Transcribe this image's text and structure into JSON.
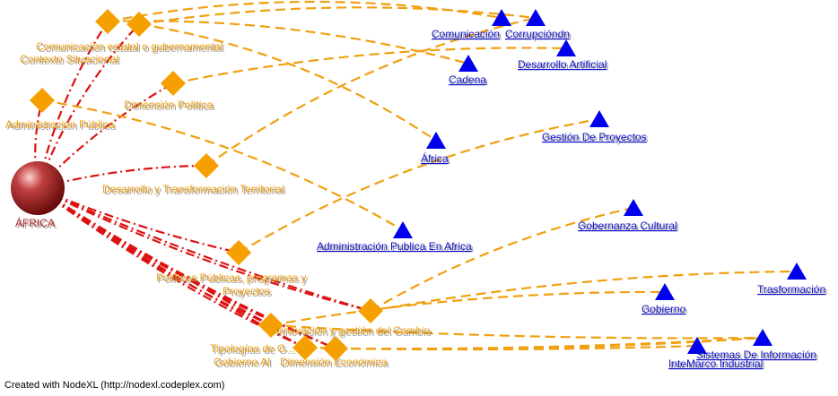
{
  "hub": {
    "label": "ÁFRICA",
    "color": "#b22222"
  },
  "categories": [
    {
      "id": "comunicacion-estatal",
      "label": "Comunicación estatal o gubernamental"
    },
    {
      "id": "contexto",
      "label": "Contexto Situacional"
    },
    {
      "id": "dimension-politica",
      "label": "Dimensión Política"
    },
    {
      "id": "administracion-publica",
      "label": "Administración Pública"
    },
    {
      "id": "desarrollo",
      "label": "Desarrollo y  Transformación Territorial"
    },
    {
      "id": "politicas",
      "label": "Políticas Públicas, programas y Proyectos"
    },
    {
      "id": "innovacion",
      "label": "Innovación y gestión del Cambio"
    },
    {
      "id": "tipologias",
      "label": "Tipologías de G..."
    },
    {
      "id": "gobierno-ai",
      "label": "Gobierno AI"
    },
    {
      "id": "dimension-economica",
      "label": "Dimensión Económica"
    }
  ],
  "topics": [
    {
      "id": "comunicacion",
      "label": "Comunicación"
    },
    {
      "id": "corrupcion",
      "label": "Corrupcióndn"
    },
    {
      "id": "desarrollo-artificial",
      "label": "Desarrollo Artificial"
    },
    {
      "id": "cadena",
      "label": "Cadena"
    },
    {
      "id": "gestion-proyectos",
      "label": "Gestión De Proyectos"
    },
    {
      "id": "africa",
      "label": "África"
    },
    {
      "id": "gobernanza-cultural",
      "label": "Gobernanza Cultural"
    },
    {
      "id": "admin-africa",
      "label": "Administración Publica En Africa"
    },
    {
      "id": "trasformacion",
      "label": "Trasformación"
    },
    {
      "id": "gobierno",
      "label": "Gobierno"
    },
    {
      "id": "sistemas-informacion",
      "label": "Sistemas De Información"
    },
    {
      "id": "marco-industrial",
      "label": "InteMarco Industrial"
    }
  ],
  "colors": {
    "hub_edge": "#dd1111",
    "topic_edge": "#f0a010",
    "diamond": "#f5a000",
    "triangle": "#0000ee"
  },
  "credit": "Created with NodeXL (http://nodexl.codeplex.com)"
}
